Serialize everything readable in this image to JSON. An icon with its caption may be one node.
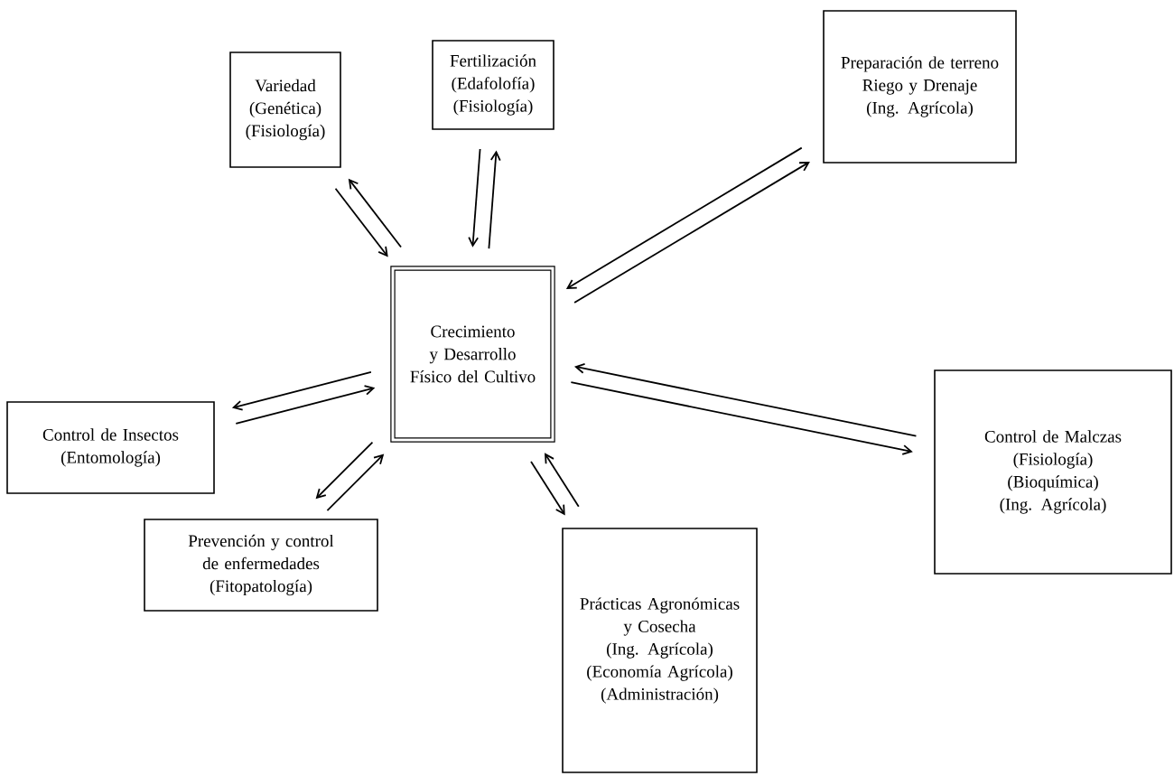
{
  "diagram": {
    "nodes": [
      {
        "text": [
          "Crecimiento y Desarrollo Físico del Cultivo"
        ]
      },
      {
        "text": [
          "Variedad",
          "(Genética)",
          "(Fisiología)"
        ]
      },
      {
        "text": [
          "Fertilización",
          "(Edafolofía)",
          "(Fisiología)"
        ]
      },
      {
        "text": [
          "Preparación de terreno Riego y Drenaje",
          "(Ing. Agrícola)"
        ]
      },
      {
        "text": [
          "Control de Insectos",
          "(Entomología)"
        ]
      },
      {
        "text": [
          "Prevención y control de enfermedades",
          "(Fitopatología)"
        ]
      },
      {
        "text": [
          "Prácticas Agronómicas y Cosecha",
          "(Ing. Agrícola)",
          "(Economía Agrícola)",
          "(Administración)"
        ]
      },
      {
        "text": [
          "Control de Malczas",
          "(Fisiología)",
          "(Bioquímica)",
          "(Ing. Agrícola)"
        ]
      }
    ],
    "edges": [
      {
        "from": 1,
        "to": 0,
        "arrow": "to"
      },
      {
        "from": 0,
        "to": 1,
        "arrow": "to"
      },
      {
        "from": 0,
        "to": 2,
        "arrow": "to"
      },
      {
        "from": 2,
        "to": 0,
        "arrow": "to"
      },
      {
        "from": 0,
        "to": 3,
        "arrow": "to"
      },
      {
        "from": 3,
        "to": 0,
        "arrow": "to"
      },
      {
        "from": 4,
        "to": 0,
        "arrow": "to"
      },
      {
        "from": 0,
        "to": 4,
        "arrow": "to"
      },
      {
        "from": 0,
        "to": 5,
        "arrow": "to"
      },
      {
        "from": 5,
        "to": 0,
        "arrow": "to"
      },
      {
        "from": 0,
        "to": 6,
        "arrow": "to"
      },
      {
        "from": 6,
        "to": 0,
        "arrow": "to"
      },
      {
        "from": 0,
        "to": 7,
        "arrow": "to"
      },
      {
        "from": 7,
        "to": 0,
        "arrow": "to"
      }
    ]
  }
}
